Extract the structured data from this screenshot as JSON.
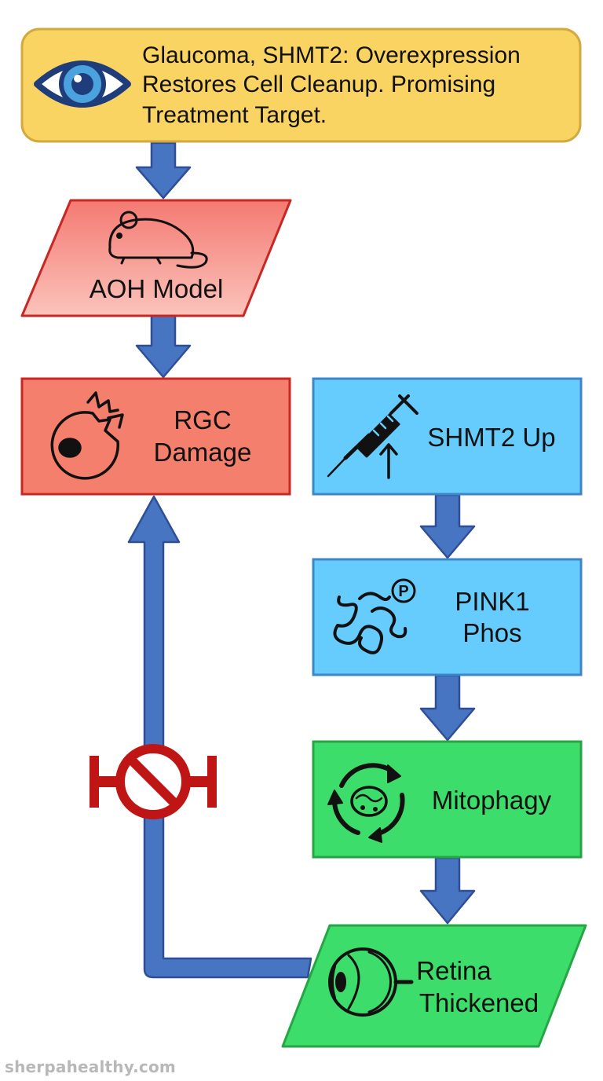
{
  "title": {
    "lines": [
      "Glaucoma, SHMT2: Overexpression",
      "Restores Cell Cleanup. Promising",
      "Treatment Target."
    ]
  },
  "nodes": {
    "aoh_model": {
      "label": "AOH Model"
    },
    "rgc_damage": {
      "lines": [
        "RGC",
        "Damage"
      ]
    },
    "shmt2_up": {
      "label": "SHMT2 Up"
    },
    "pink1_phos": {
      "lines": [
        "PINK1",
        "Phos"
      ]
    },
    "mitophagy": {
      "label": "Mitophagy"
    },
    "retina_thickened": {
      "lines": [
        "Retina",
        "Thickened"
      ]
    }
  },
  "icons": {
    "title": "eye-icon",
    "aoh_model": "mouse-icon",
    "rgc_damage": "broken-cell-icon",
    "shmt2_up": "syringe-up-arrow-icon",
    "pink1_phos": "phosphorylated-protein-icon",
    "mitophagy": "recycling-mitochondrion-icon",
    "retina_thickened": "eye-cross-section-icon",
    "inhibition": "inhibition-symbol-icon"
  },
  "colors": {
    "title_fill": "#f9d462",
    "title_stroke": "#d2a93c",
    "red_light": "#f5938a",
    "red": "#f47f6d",
    "red_stroke": "#c72824",
    "blue": "#66ccfd",
    "blue_stroke": "#3e86c8",
    "green": "#3ddd6c",
    "green_stroke": "#26a545",
    "arrow": "#4775c2",
    "arrow_stroke": "#2e4f96",
    "inhibit": "#c01515"
  },
  "footer": {
    "text": "sherpahealthy.com"
  }
}
